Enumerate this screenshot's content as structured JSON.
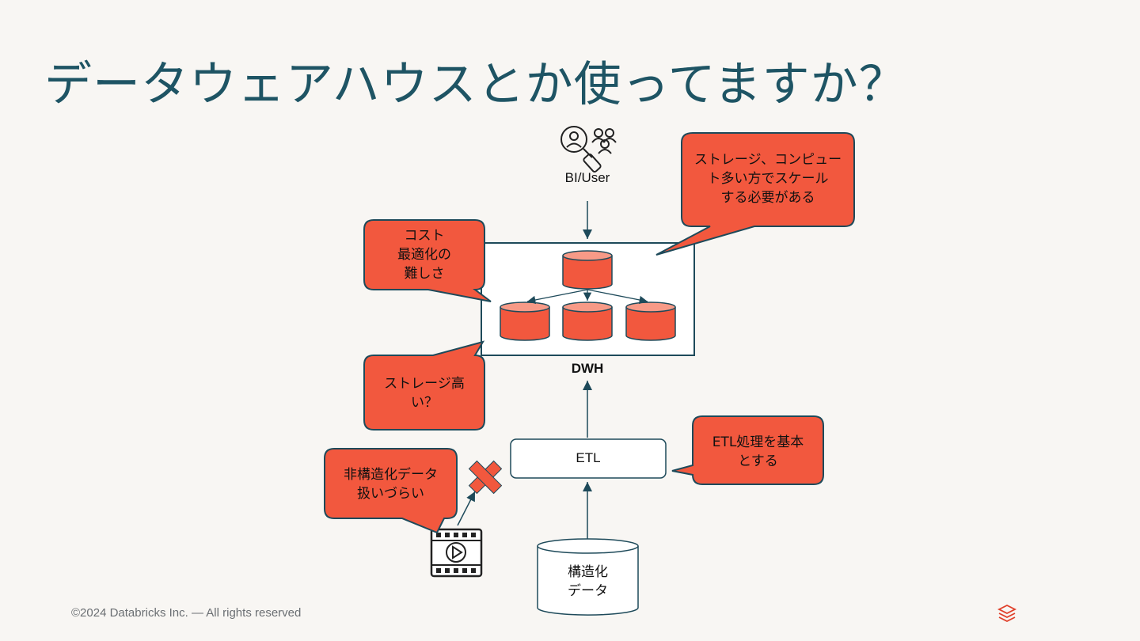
{
  "slide": {
    "title": "データウェアハウスとか使ってますか？",
    "footer": "©2024 Databricks Inc. — All rights reserved"
  },
  "diagram": {
    "bi_user_label": "BI/User",
    "dwh_label": "DWH",
    "etl_label": "ETL",
    "structured_data_label": [
      "構造化",
      "データ"
    ],
    "callouts": {
      "scale": [
        "ストレージ、コンピュー",
        "ト多い方でスケール",
        "する必要がある"
      ],
      "cost": [
        "コスト",
        "最適化の",
        "難しさ"
      ],
      "storage": [
        "ストレージ高",
        "い？"
      ],
      "etl": [
        "ETL処理を基本",
        "とする"
      ],
      "unstructured": [
        "非構造化データ",
        "扱いづらい"
      ]
    }
  },
  "colors": {
    "title": "#1e5464",
    "callout_fill": "#f2583e",
    "stroke": "#1e4a5a",
    "background": "#f8f6f3"
  },
  "icons": [
    "bi-user-icon",
    "video-file-icon",
    "x-mark-icon",
    "databricks-logo-icon"
  ]
}
